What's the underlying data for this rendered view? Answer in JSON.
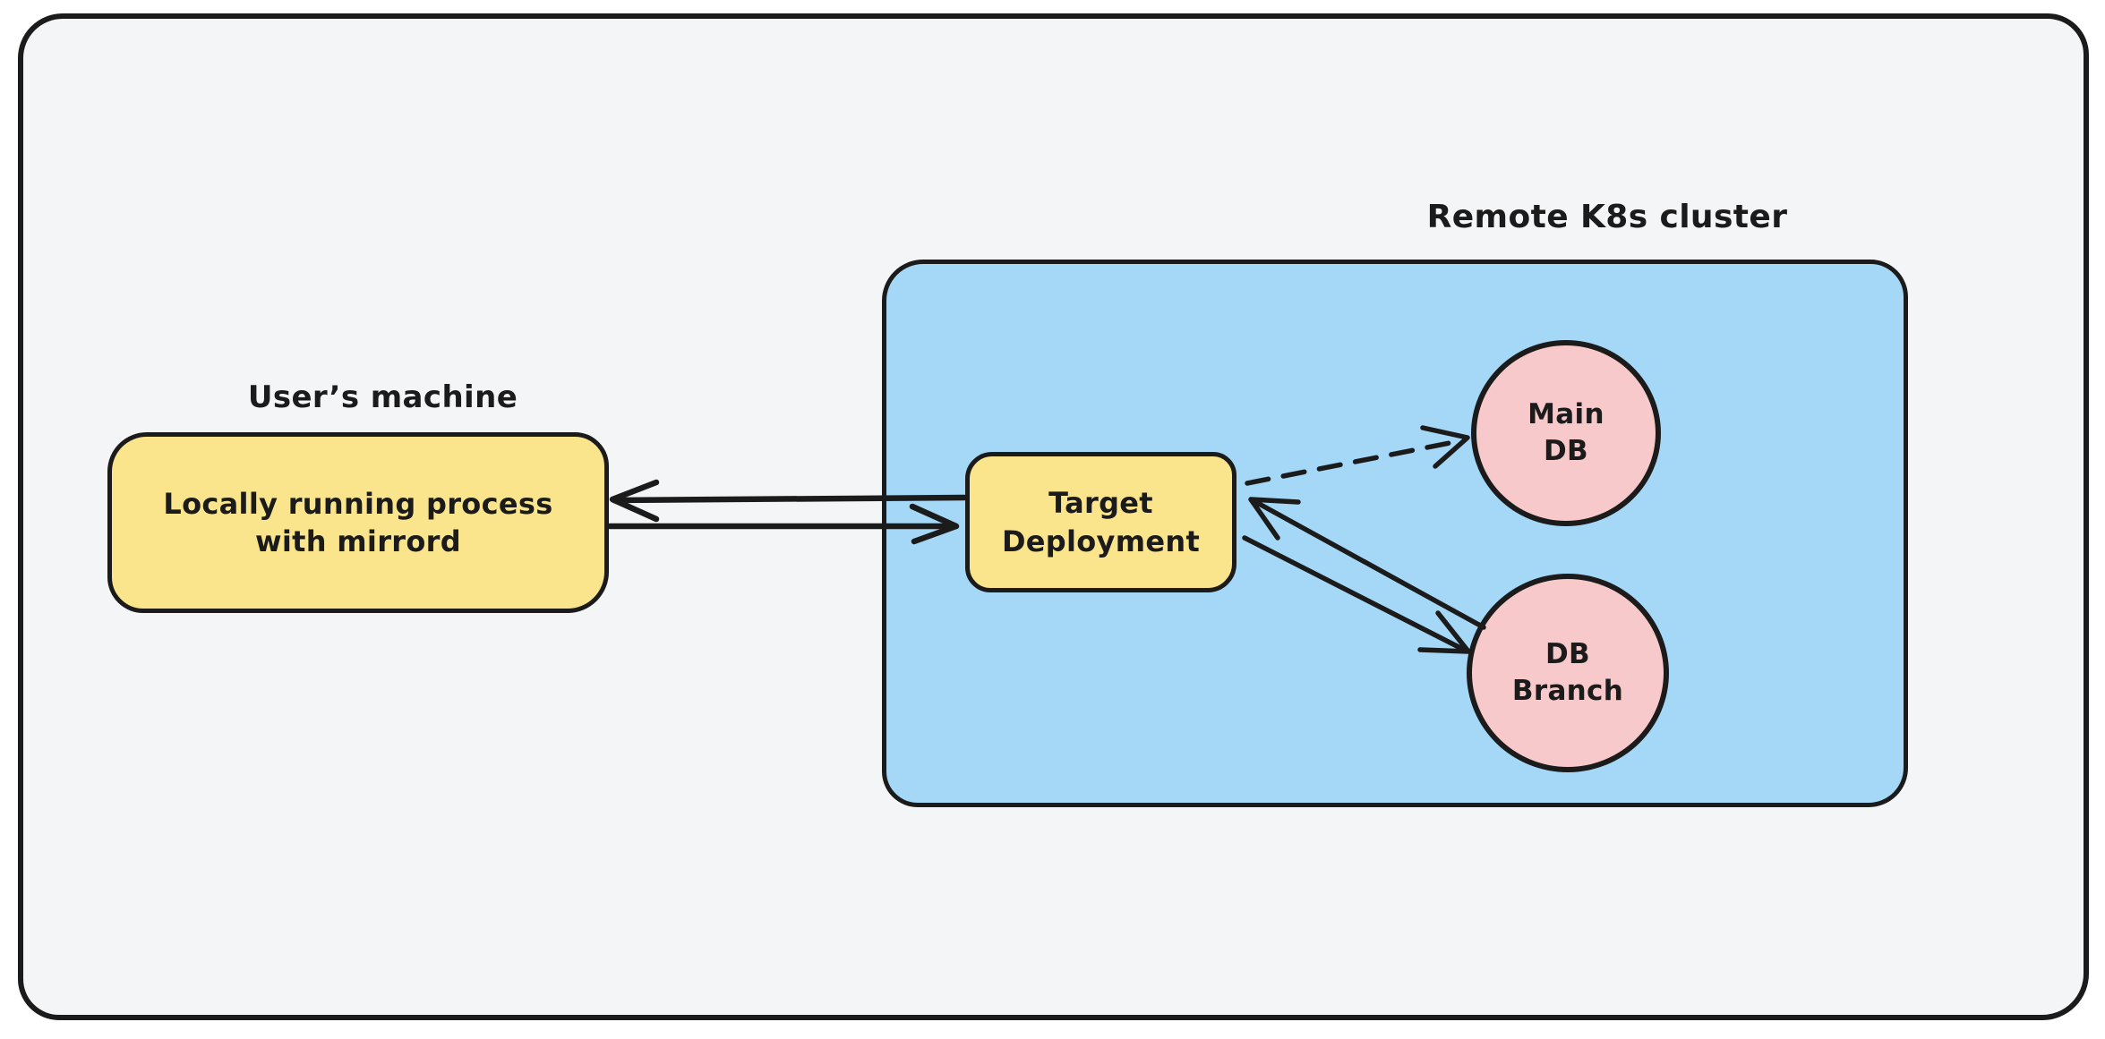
{
  "colors": {
    "page_bg": "#ffffff",
    "frame_bg": "#f4f5f7",
    "ink": "#1b1b1b",
    "node_yellow": "#fae58c",
    "cluster_blue": "#a5d7f7",
    "db_pink": "#f8c9ca"
  },
  "labels": {
    "users_machine": "User’s machine",
    "local_process": "Locally running process\nwith mirrord",
    "remote_cluster": "Remote K8s cluster",
    "target_deployment": "Target\nDeployment",
    "main_db": "Main\nDB",
    "db_branch": "DB\nBranch"
  },
  "edges": [
    {
      "from": "target-deployment",
      "to": "local-process",
      "style": "solid",
      "arrowhead_at": "local-process"
    },
    {
      "from": "local-process",
      "to": "target-deployment",
      "style": "solid",
      "arrowhead_at": "target-deployment"
    },
    {
      "from": "target-deployment",
      "to": "main-db",
      "style": "dashed",
      "arrowhead_at": "main-db"
    },
    {
      "from": "db-branch",
      "to": "target-deployment",
      "style": "solid",
      "arrowhead_at": "target-deployment"
    },
    {
      "from": "target-deployment",
      "to": "db-branch",
      "style": "solid",
      "arrowhead_at": "db-branch"
    }
  ]
}
